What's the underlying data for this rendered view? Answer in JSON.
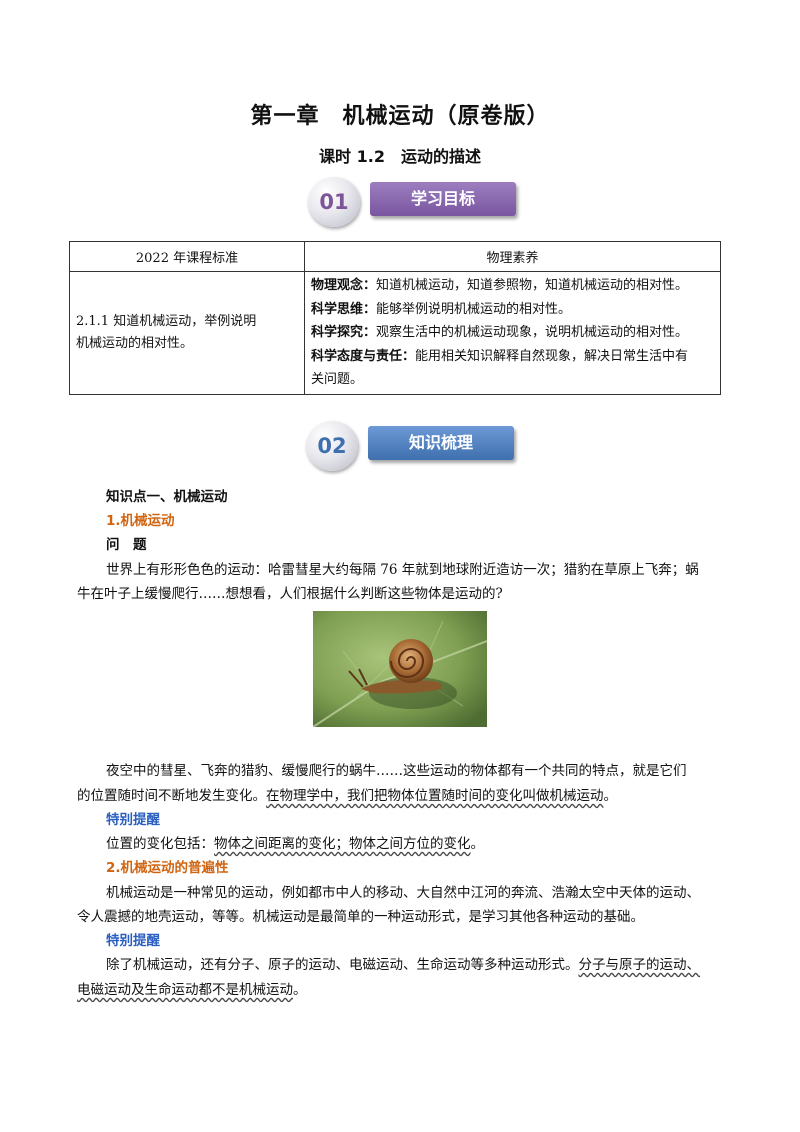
{
  "header": {
    "title": "第一章　机械运动（原卷版）",
    "subtitle": "课时 1.2　运动的描述"
  },
  "badges": {
    "b1": {
      "num": "01",
      "label": "学习目标"
    },
    "b2": {
      "num": "02",
      "label": "知识梳理"
    }
  },
  "table": {
    "headers": [
      "2022 年课程标准",
      "物理素养"
    ],
    "standard_line1": "2.1.1 知道机械运动，举例说明",
    "standard_line2": "机械运动的相对性。",
    "literacy": [
      {
        "label": "物理观念：",
        "text": "知道机械运动，知道参照物，知道机械运动的相对性。"
      },
      {
        "label": "科学思维：",
        "text": "能够举例说明机械运动的相对性。"
      },
      {
        "label": "科学探究：",
        "text": "观察生活中的机械运动现象，说明机械运动的相对性。"
      },
      {
        "label": "科学态度与责任：",
        "text": "能用相关知识解释自然现象，解决日常生活中有"
      },
      {
        "label": "",
        "text": "关问题。"
      }
    ]
  },
  "content": {
    "kp1": "知识点一、机械运动",
    "s1": "1.机械运动",
    "q": "问　题",
    "p1a": "世界上有形形色色的运动：哈雷彗星大约每隔 76 年就到地球附近造访一次；猎豹在草原上飞奔；蜗",
    "p1b": "牛在叶子上缓慢爬行……想想看，人们根据什么判断这些物体是运动的?",
    "p2a": "夜空中的彗星、飞奔的猎豹、缓慢爬行的蜗牛……这些运动的物体都有一个共同的特点，就是它们",
    "p2b_plain": "的位置随时间不断地发生变化。",
    "p2b_wavy": "在物理学中，我们把物体位置随时间的变化叫做机械运动",
    "p2b_end": "。",
    "tip1": "特别提醒",
    "p3_plain": "位置的变化包括：",
    "p3_wavy": "物体之间距离的变化；物体之间方位的变化",
    "p3_end": "。",
    "s2": "2.机械运动的普遍性",
    "p4a": "机械运动是一种常见的运动，例如都市中人的移动、大自然中江河的奔流、浩瀚太空中天体的运动、",
    "p4b": "令人震撼的地壳运动，等等。机械运动是最简单的一种运动形式，是学习其他各种运动的基础。",
    "tip2": "特别提醒",
    "p5a_plain": "除了机械运动，还有分子、原子的运动、电磁运动、生命运动等多种运动形式。",
    "p5a_wavy": "分子与原子的运动、",
    "p5b_wavy": "电磁运动及生命运动都不是机械运动",
    "p5b_end": "。"
  }
}
